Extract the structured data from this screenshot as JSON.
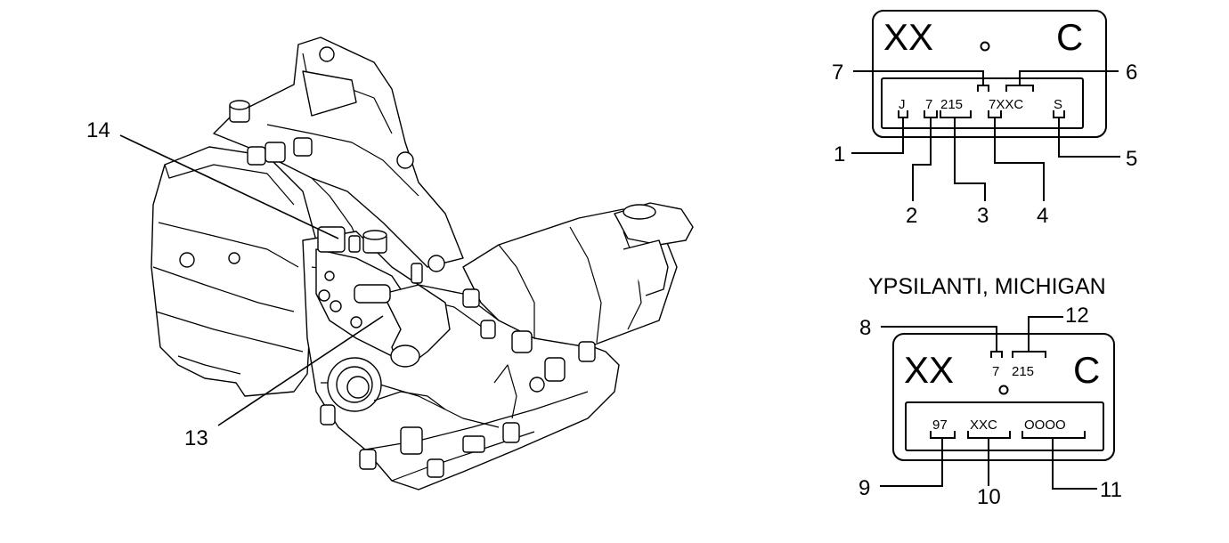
{
  "callouts": {
    "c1": "1",
    "c2": "2",
    "c3": "3",
    "c4": "4",
    "c5": "5",
    "c6": "6",
    "c7": "7",
    "c8": "8",
    "c9": "9",
    "c10": "10",
    "c11": "11",
    "c12": "12",
    "c13": "13",
    "c14": "14"
  },
  "plate_a": {
    "left_big": "XX",
    "right_big": "C",
    "field_j": "J",
    "field_7": "7",
    "field_215": "215",
    "field_7xxc": "7XXC",
    "field_s": "S"
  },
  "plate_b": {
    "location": "YPSILANTI, MICHIGAN",
    "left_big": "XX",
    "right_big": "C",
    "field_7": "7",
    "field_215": "215",
    "field_97": "97",
    "field_xxc": "XXC",
    "field_oooo": "OOOO"
  }
}
